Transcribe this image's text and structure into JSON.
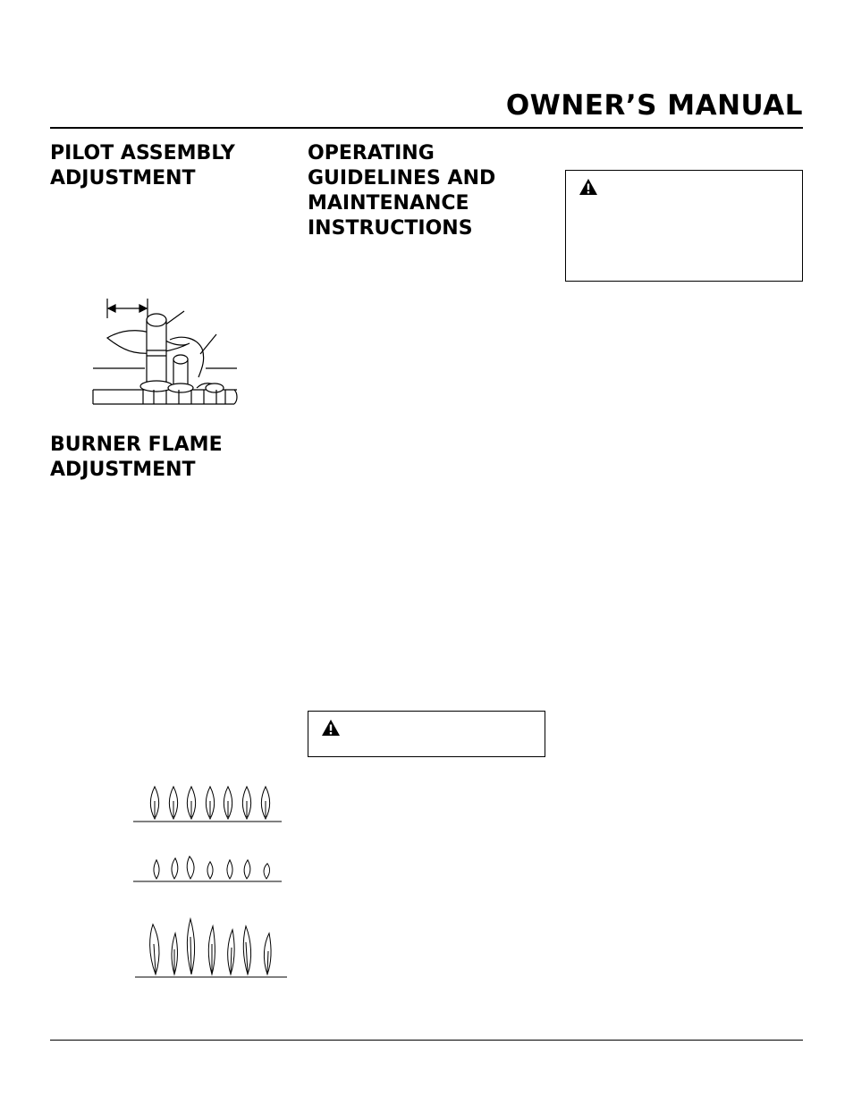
{
  "header": {
    "title": "OWNER’S MANUAL"
  },
  "sections": {
    "pilot": {
      "heading_line1": "PILOT ASSEMBLY",
      "heading_line2": "ADJUSTMENT"
    },
    "burner": {
      "heading_line1": "BURNER FLAME",
      "heading_line2": "ADJUSTMENT"
    },
    "operating": {
      "heading_line1": "OPERATING",
      "heading_line2": "GUIDELINES AND",
      "heading_line3": "MAINTENANCE",
      "heading_line4": "INSTRUCTIONS"
    }
  },
  "icons": {
    "warning": "warning-triangle-icon"
  }
}
